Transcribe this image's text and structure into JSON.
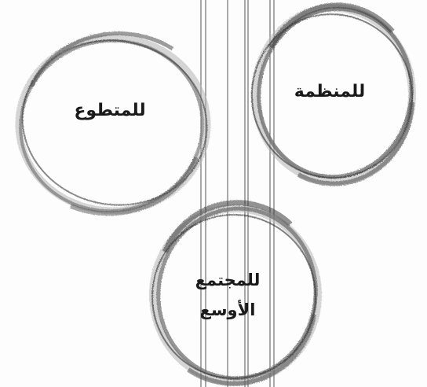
{
  "diagram": {
    "circles": [
      {
        "id": "volunteer",
        "label": "للمتطوع"
      },
      {
        "id": "organization",
        "label": "للمنظمة"
      },
      {
        "id": "community",
        "label_line1": "للمجتمع",
        "label_line2": "الأوسع"
      }
    ]
  },
  "colors": {
    "stroke_dark": "#3a3a3a",
    "stroke_mid": "#7a7a7a",
    "stroke_light": "#b5b5b5",
    "guide_lines": "#555555",
    "text": "#1a1a1a"
  }
}
